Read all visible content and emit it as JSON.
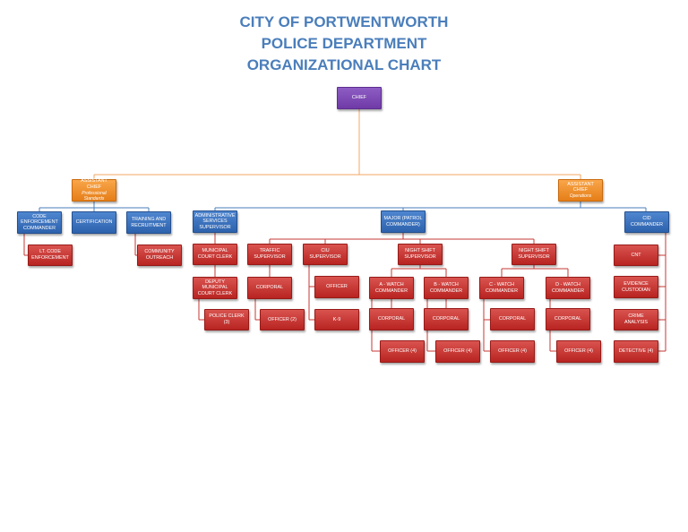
{
  "title": {
    "line1": "CITY OF PORTWENTWORTH",
    "line2": "POLICE DEPARTMENT",
    "line3": "ORGANIZATIONAL CHART"
  },
  "colors": {
    "title": "#4a7ebb",
    "purple": "#7b47b3",
    "orange": "#f0922c",
    "blue": "#3a70bf",
    "red": "#c43a36",
    "orange_line": "#f4a460",
    "blue_line": "#4a7ebb",
    "red_line": "#c43a36"
  },
  "nodes": {
    "chief": "CHIEF",
    "ac_left": "ASSISTANT CHIEF",
    "ac_left_sub": "Professional Standards",
    "ac_right": "ASSISTANT CHIEF",
    "ac_right_sub": "Operations",
    "code_cmdr": "CODE ENFORCEMENT COMMANDER",
    "certification": "CERTIFICATION",
    "training": "TRAINING AND RECRUITMENT",
    "lt_code": "LT. CODE ENFORCEMENT",
    "outreach": "COMMUNITY OUTREACH",
    "admin_sup": "ADMINISTRATIVE SERVICES SUPERVISOR",
    "muni_clerk": "MUNICIPAL COURT CLERK",
    "deputy_clerk": "DEPUTY MUNICIPAL COURT CLERK",
    "police_clerk": "POLICE CLERK (3)",
    "major": "MAJOR (PATROL COMMANDER)",
    "traffic_sup": "TRAFFIC SUPERVISOR",
    "traffic_corp": "CORPORAL",
    "traffic_off": "OFFICER (2)",
    "ciu_sup": "CIU SUPERVISOR",
    "ciu_officer": "OFFICER",
    "k9": "K-9",
    "ns_left": "NIGHT SHIFT SUPERVISOR",
    "ns_right": "NIGHT SHIFT SUPERVISOR",
    "a_watch": "A - WATCH COMMANDER",
    "b_watch": "B - WATCH COMMANDER",
    "c_watch": "C - WATCH COMMANDER",
    "d_watch": "D - WATCH COMMANDER",
    "a_corp": "CORPORAL",
    "b_corp": "CORPORAL",
    "c_corp": "CORPORAL",
    "d_corp": "CORPORAL",
    "a_off": "OFFICER (4)",
    "b_off": "OFFICER (4)",
    "c_off": "OFFICER (4)",
    "d_off": "OFFICER (4)",
    "cid_cmdr": "CID COMMANDER",
    "cnt": "CNT",
    "evidence": "EVIDENCE CUSTODIAN",
    "crime_analysis": "CRIME ANALYSIS",
    "detective": "DETECTIVE (4)"
  }
}
